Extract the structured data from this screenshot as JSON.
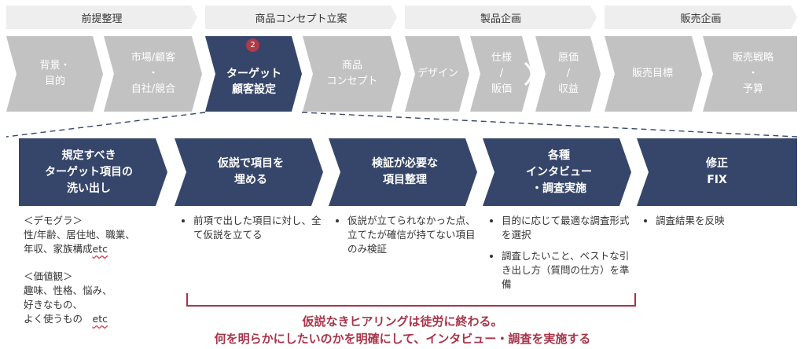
{
  "phases": [
    "前提整理",
    "商品コンセプト立案",
    "製品企画",
    "販売企画"
  ],
  "steps": [
    {
      "lines": [
        "背景・",
        "目的"
      ]
    },
    {
      "lines": [
        "市場/顧客",
        "・",
        "自社/競合"
      ]
    },
    {
      "lines": [
        "ターゲット",
        "顧客設定"
      ],
      "active": true,
      "badge": "2"
    },
    {
      "lines": [
        "商品",
        "コンセプト"
      ]
    },
    {
      "lines": [
        "デザイン"
      ]
    },
    {
      "lines": [
        "仕様",
        "/",
        "販価"
      ]
    },
    {
      "lines": [
        "原価",
        "/",
        "収益"
      ]
    },
    {
      "lines": [
        "販売目標"
      ]
    },
    {
      "lines": [
        "販売戦略",
        "・",
        "予算"
      ]
    }
  ],
  "tasks": [
    {
      "lines": [
        "規定すべき",
        "ターゲット項目の",
        "洗い出し"
      ]
    },
    {
      "lines": [
        "仮説で項目を",
        "埋める"
      ]
    },
    {
      "lines": [
        "検証が必要な",
        "項目整理"
      ]
    },
    {
      "lines": [
        "各種",
        "インタビュー",
        "・調査実施"
      ]
    },
    {
      "lines": [
        "修正",
        "FIX"
      ]
    }
  ],
  "details": {
    "demographics_header": "＜デモグラ＞",
    "demographics_line1": "性/年齢、居住地、職業、",
    "demographics_line2_main": "年収、家族構成",
    "demographics_line2_etc": "etc",
    "values_header": "＜価値観＞",
    "values_line1": "趣味、性格、悩み、",
    "values_line2": "好きなもの、",
    "values_line3_main": "よく使うもの　",
    "values_line3_etc": "etc",
    "col2_bullets": [
      "前項で出した項目に対し、全て仮説を立てる"
    ],
    "col3_bullets": [
      "仮説が立てられなかった点、立てたが確信が持てない項目のみ検証"
    ],
    "col4_bullets": [
      "目的に応じて最適な調査形式を選択",
      "調査したいこと、ベストな引き出し方（質問の仕方）を準備"
    ],
    "col5_bullets": [
      "調査結果を反映"
    ]
  },
  "conclusion": {
    "line1": "仮説なきヒアリングは徒労に終わる。",
    "line2": "何を明らかにしたいのかを明確にして、インタビュー・調査を実施する"
  },
  "colors": {
    "phase_fill": "#eeeeee",
    "step_fill": "#c2c2c2",
    "active_fill": "#36466a",
    "task_fill": "#36466a",
    "accent": "#a8354a",
    "badge": "#b03a48"
  }
}
